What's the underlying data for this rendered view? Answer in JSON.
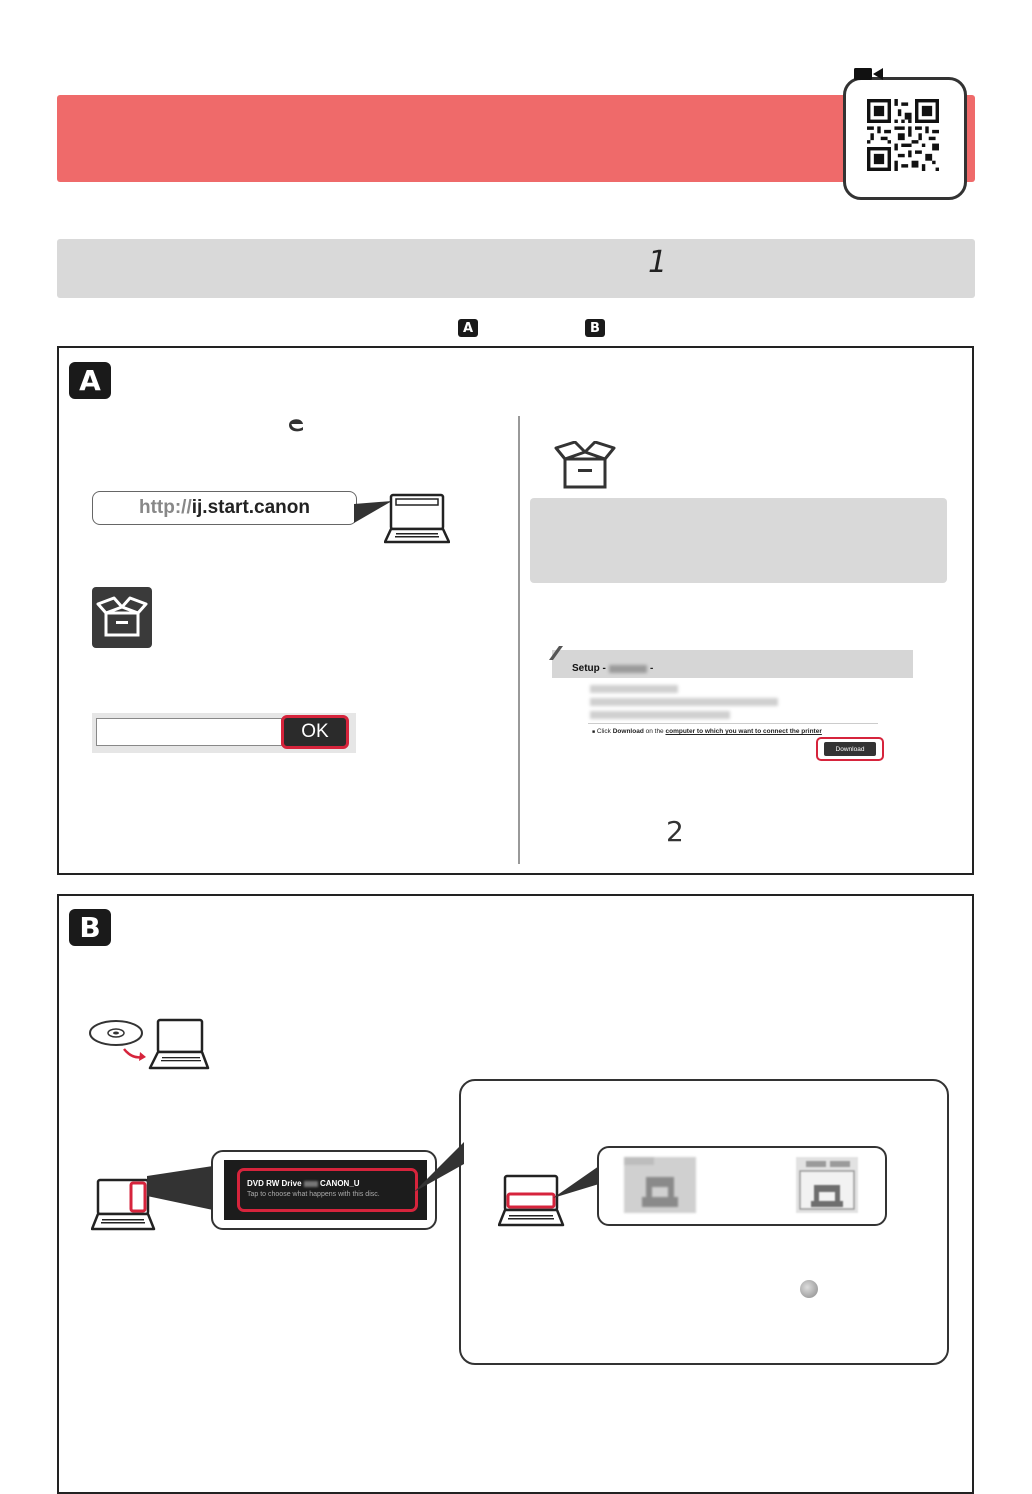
{
  "qr": {
    "icon": "qr-code-icon",
    "camera_icon": "video-camera-icon"
  },
  "step_bar": {
    "number": "1"
  },
  "badges": {
    "a": "A",
    "b": "B"
  },
  "section_a": {
    "badge": "A",
    "browser_icon": "edge-browser-icon",
    "url": {
      "prefix": "http://",
      "host": "ij.start.canon"
    },
    "app_icon": "setup-box-icon",
    "ok_button": "OK",
    "setup_page": {
      "title": "Setup - ",
      "instruction_pre": "Click ",
      "instruction_bold": "Download",
      "instruction_mid": " on the ",
      "instruction_link": "computer to which you want to connect the printer",
      "download_button": "Download"
    },
    "step_next": "2"
  },
  "section_b": {
    "badge": "B",
    "disc_icon": "cd-disc-icon",
    "autoplay": {
      "drive_label_pre": "DVD RW Drive",
      "drive_label_post": "CANON_U",
      "tap_text": "Tap to choose what happens with this disc."
    }
  },
  "colors": {
    "header_band": "#ef6a6a",
    "highlight_red": "#d6243c",
    "step_bar": "#d9d9d9"
  }
}
